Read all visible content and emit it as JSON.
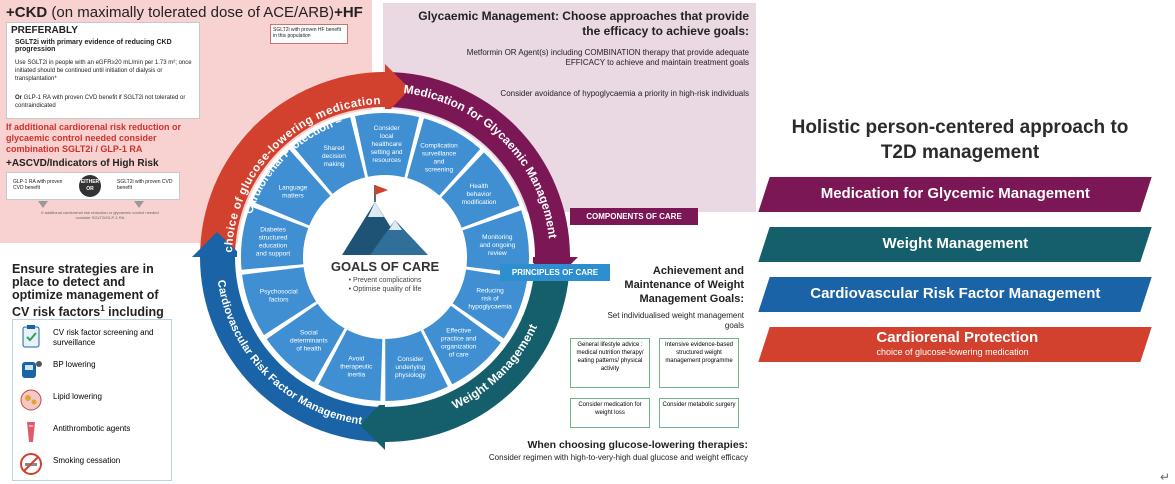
{
  "ckd": {
    "title_bold1": "+CKD",
    "title_normal": " (on maximally tolerated dose of ACE/ARB)",
    "title_bold2": "+HF",
    "preferably": "PREFERABLY",
    "sglt2_heading": "SGLT2i with primary evidence of reducing CKD progression",
    "sglt2_body": "Use SGLT2i in people with an eGFR≥20 mL/min per 1.73 m²; once initiated should be continued until initiation of dialysis or transplantation*",
    "or_glp_bold": "Or",
    "or_glp": " GLP-1 RA with proven CVD benefit if SGLT2i not tolerated or contraindicated",
    "hf_note": "SGLT2i with proven HF benefit in this population",
    "risk_red": "If additional cardiorenal risk reduction or glycaemic control needed consider combination SGLT2i / GLP-1 RA",
    "ascvd": "+ASCVD/Indicators of High Risk",
    "either_left": "GLP-1 RA with proven CVD benefit",
    "either_center": "EITHER OR",
    "either_right": "SGLT2i with proven CVD benefit",
    "small_note": "If additional cardiorenal risk reduction or glycaemic control needed consider SGLT2i/GLP-1 RA"
  },
  "glycaemic": {
    "title": "Glycaemic Management: Choose approaches that provide the efficacy to achieve goals:",
    "p1": "Metformin OR Agent(s) including COMBINATION therapy that provide adequate EFFICACY to achieve and maintain treatment goals",
    "p2": "Consider avoidance of hypoglycaemia a priority in high-risk individuals"
  },
  "wheel": {
    "outer_top_left": "Cardiorenal Protection –",
    "outer_top_left2": "choice of glucose-lowering medication",
    "outer_top_right": "Medication for Glycaemic Management",
    "outer_bottom_left": "Cardiovascular Risk Factor Management",
    "outer_bottom_right": "Weight Management",
    "components_tag": "COMPONENTS OF CARE",
    "principles_tag": "PRINCIPLES OF CARE",
    "goals_title": "GOALS OF CARE",
    "goals_b1": "• Prevent complications",
    "goals_b2": "• Optimise quality of life",
    "segments": [
      "Consider local healthcare setting and resources",
      "Complication surveillance and screening",
      "Health behavior modification",
      "Monitoring and ongoing review",
      "Reducing risk of hypoglycaemia",
      "Effective practice and organization of care",
      "Consider underlying physiology",
      "Avoid therapeutic inertia",
      "Social determinants of health",
      "Psychosocial factors",
      "Diabetes structured education and support",
      "Language matters",
      "Shared decision making"
    ]
  },
  "cv": {
    "title": "Ensure strategies are in place to detect and optimize management of CV risk factors",
    "title_sup": "1",
    "title_end": " including",
    "items": [
      {
        "label": "CV risk factor screening and surveillance",
        "icon": "clipboard-check-icon"
      },
      {
        "label": "BP lowering",
        "icon": "blood-pressure-monitor-icon"
      },
      {
        "label": "Lipid lowering",
        "icon": "lipid-cell-icon"
      },
      {
        "label": "Antithrombotic agents",
        "icon": "blood-vessel-icon"
      },
      {
        "label": "Smoking cessation",
        "icon": "no-smoking-icon"
      }
    ]
  },
  "weight": {
    "title": "Achievement and Maintenance of Weight Management Goals:",
    "sub": "Set individualised weight management goals",
    "boxes": [
      "General lifestyle advice : medical nutrition therapy/ eating patterns/ physical activity",
      "Intensive evidence-based structured weight management programme",
      "Consider medication for weight loss",
      "Consider metabolic surgery"
    ]
  },
  "glucose_lowering": {
    "title": "When choosing glucose-lowering therapies:",
    "body": "Consider regimen with high-to-very-high dual glucose and weight efficacy"
  },
  "legend": {
    "title": "Holistic person-centered approach to T2D management",
    "bands": [
      {
        "label": "Medication for Glycemic Management",
        "color": "#7b1755"
      },
      {
        "label": "Weight Management",
        "color": "#155e6b"
      },
      {
        "label": "Cardiovascular Risk Factor Management",
        "color": "#1a63a6"
      },
      {
        "label": "Cardiorenal Protection",
        "sub": "choice of glucose-lowering medication",
        "color": "#d2412e"
      }
    ]
  },
  "colors": {
    "red": "#d2412e",
    "purple": "#7b1755",
    "teal": "#155e6b",
    "blue": "#1a63a6",
    "light_blue": "#3f8fd2"
  },
  "corner": "↵"
}
